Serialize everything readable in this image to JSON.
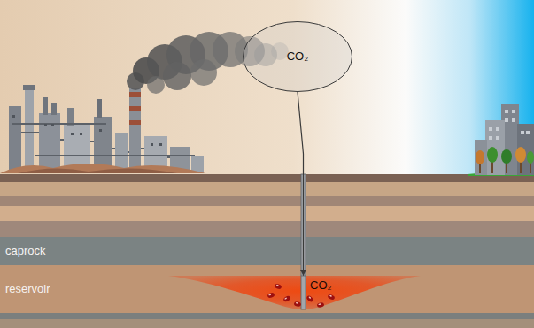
{
  "diagram": {
    "nodes": [
      {
        "text": [
          "CO₂"
        ]
      },
      {
        "text": [
          "caprock"
        ]
      },
      {
        "text": [
          "reservoir"
        ]
      },
      {
        "text": [
          "CO₂"
        ],
        "in": 2
      }
    ],
    "edges": [
      {
        "from": 0,
        "to": 3,
        "arrow": "to"
      }
    ]
  }
}
